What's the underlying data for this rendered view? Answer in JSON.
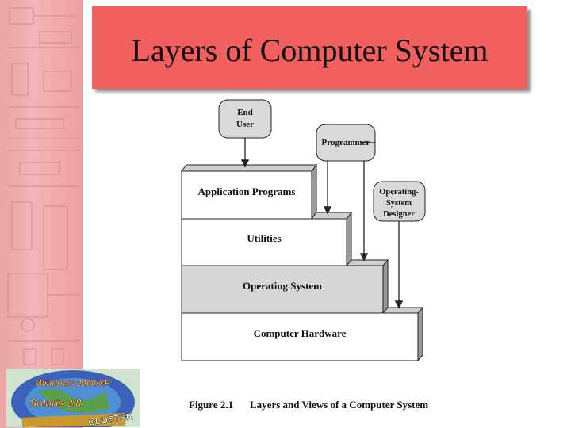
{
  "slide": {
    "title": "Layers of Computer System"
  },
  "diagram": {
    "layers": [
      {
        "label": "Application Programs",
        "fill": "#ffffff"
      },
      {
        "label": "Utilities",
        "fill": "#ffffff"
      },
      {
        "label": "Operating System",
        "fill": "#d6d6d6"
      },
      {
        "label": "Computer Hardware",
        "fill": "#ffffff"
      }
    ],
    "actors": {
      "end_user": [
        "End",
        "User"
      ],
      "programmer": [
        "Programmer"
      ],
      "os_designer": [
        "Operating-",
        "System",
        "Designer"
      ]
    },
    "caption": {
      "number": "Figure 2.1",
      "text": "Layers and Views of a Computer System"
    }
  },
  "logo": {
    "text_line1": "Windows 2000/XP",
    "text_line2": "Solaris 2.8",
    "text_line3": "CLUSTER"
  },
  "colors": {
    "title_bar": "#f25f5f",
    "side_stripe": "#eea8a8",
    "os_layer": "#d6d6d6",
    "actor_box": "#d9d9d9"
  }
}
